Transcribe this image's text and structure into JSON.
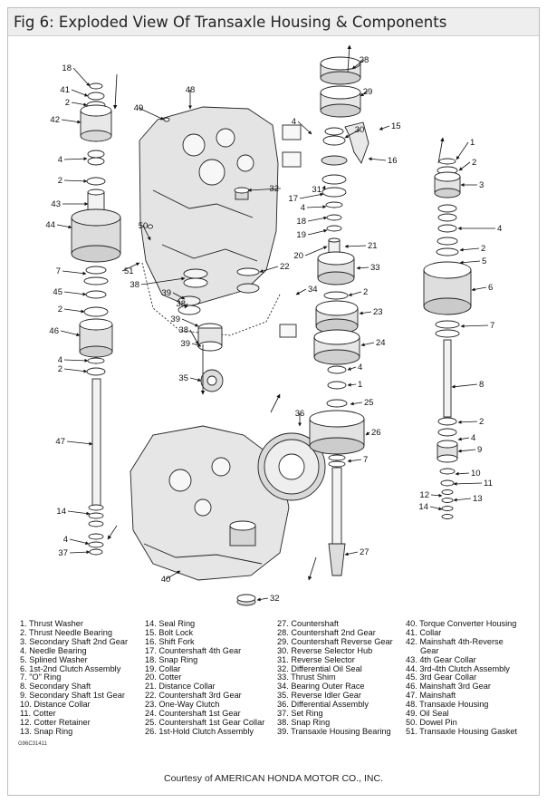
{
  "figure": {
    "title": "Fig 6: Exploded View Of Transaxle Housing & Components",
    "code": "G96C31411",
    "credit": "Courtesy of AMERICAN HONDA MOTOR CO., INC."
  },
  "callouts": {
    "left": [
      "18",
      "41",
      "2",
      "42",
      "4",
      "2",
      "43",
      "44",
      "7",
      "51",
      "45",
      "2",
      "46",
      "4",
      "2",
      "47",
      "14",
      "4",
      "37"
    ],
    "center": [
      "48",
      "49",
      "50",
      "38",
      "39",
      "38",
      "39",
      "38",
      "39",
      "35",
      "40"
    ],
    "mid": [
      "28",
      "29",
      "4",
      "30",
      "15",
      "16",
      "32",
      "31",
      "17",
      "4",
      "18",
      "19",
      "21",
      "20",
      "33",
      "22",
      "34",
      "2",
      "23",
      "24",
      "4",
      "1",
      "25",
      "36",
      "26",
      "7",
      "27",
      "32"
    ],
    "right": [
      "1",
      "2",
      "3",
      "4",
      "2",
      "5",
      "6",
      "7",
      "8",
      "2",
      "4",
      "9",
      "10",
      "11",
      "12",
      "13",
      "14"
    ]
  },
  "legend": {
    "col1": [
      "1. Thrust Washer",
      "2. Thrust Needle Bearing",
      "3. Secondary Shaft 2nd Gear",
      "4. Needle Bearing",
      "5. Splined Washer",
      "6. 1st-2nd Clutch Assembly",
      "7. \"O\" Ring",
      "8. Secondary Shaft",
      "9. Secondary Shaft 1st Gear",
      "10. Distance Collar",
      "11. Cotter",
      "12. Cotter Retainer",
      "13. Snap Ring"
    ],
    "col2": [
      "14. Seal Ring",
      "15. Bolt Lock",
      "16. Shift Fork",
      "17. Countershaft 4th Gear",
      "18. Snap Ring",
      "19. Collar",
      "20. Cotter",
      "21. Distance Collar",
      "22. Countershaft 3rd Gear",
      "23. One-Way Clutch",
      "24. Countershaft 1st Gear",
      "25. Countershaft 1st Gear Collar",
      "26. 1st-Hold Clutch Assembly"
    ],
    "col3": [
      "27. Countershaft",
      "28. Countershaft 2nd Gear",
      "29. Countershaft Reverse Gear",
      "30. Reverse Selector Hub",
      "31. Reverse Selector",
      "32. Differential Oil Seal",
      "33. Thrust Shim",
      "34. Bearing Outer Race",
      "35. Reverse Idler Gear",
      "36. Differential Assembly",
      "37. Set Ring",
      "38. Snap Ring",
      "39. Transaxle Housing Bearing"
    ],
    "col4": [
      "40. Torque Converter Housing",
      "41. Collar",
      "42. Mainshaft 4th-Reverse",
      "Gear",
      "43. 4th Gear Collar",
      "44. 3rd-4th Clutch Assembly",
      "45. 3rd Gear Collar",
      "46. Mainshaft 3rd Gear",
      "47. Mainshaft",
      "48. Transaxle Housing",
      "49. Oil Seal",
      "50. Dowel Pin",
      "51. Transaxle Housing Gasket"
    ]
  }
}
